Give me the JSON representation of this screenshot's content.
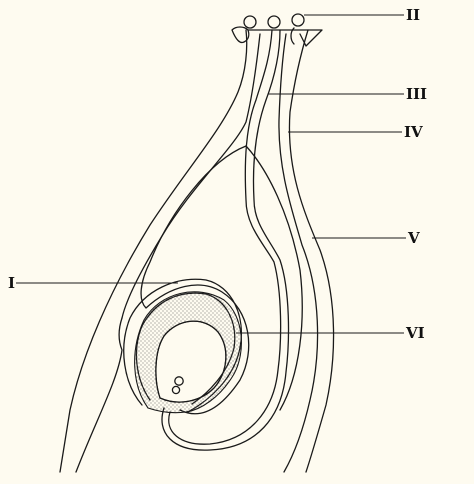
{
  "labels": {
    "I": "I",
    "II": "II",
    "III": "III",
    "IV": "IV",
    "V": "V",
    "VI": "VI"
  },
  "colors": {
    "background": "#fefbf0",
    "stroke": "#1a1a1a",
    "stipple": "#555555"
  }
}
